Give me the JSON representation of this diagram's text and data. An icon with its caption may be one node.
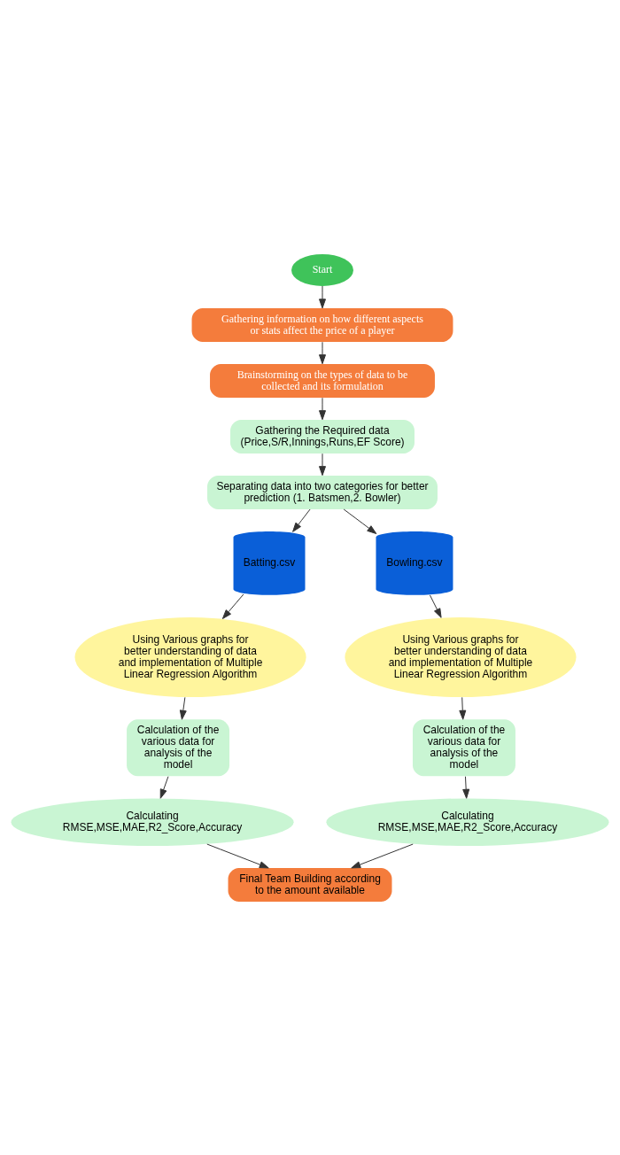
{
  "diagram": {
    "nodes": [
      {
        "text": [
          "Start"
        ]
      },
      {
        "text": [
          "Gathering information on how different aspects or stats affect the price of a player"
        ]
      },
      {
        "text": [
          "Brainstorming on the types of data to be collected and its formulation"
        ]
      },
      {
        "text": [
          "Gathering the Required data (Price,S/R,Innings,Runs,EF Score)"
        ]
      },
      {
        "text": [
          "Separating data into two categories for better prediction (1. Batsmen,2. Bowler)"
        ]
      },
      {
        "text": [
          "Batting.csv"
        ]
      },
      {
        "text": [
          "Bowling.csv"
        ]
      },
      {
        "text": [
          "Using Various graphs for better understanding of data and implementation of Multiple Linear Regression Algorithm"
        ]
      },
      {
        "text": [
          "Using Various graphs for better understanding of data and implementation of Multiple Linear Regression Algorithm"
        ]
      },
      {
        "text": [
          "Calculation of the various data for analysis of the model"
        ]
      },
      {
        "text": [
          "Calculation of the various data for analysis of the model"
        ]
      },
      {
        "text": [
          "Calculating RMSE,MSE,MAE,R2_Score,Accuracy"
        ]
      },
      {
        "text": [
          "Calculating RMSE,MSE,MAE,R2_Score,Accuracy"
        ]
      },
      {
        "text": [
          "Final Team Building according to the amount available"
        ]
      }
    ],
    "edges": [
      {
        "from": 0,
        "to": 1,
        "arrow": "to"
      },
      {
        "from": 1,
        "to": 2,
        "arrow": "to"
      },
      {
        "from": 2,
        "to": 3,
        "arrow": "to"
      },
      {
        "from": 3,
        "to": 4,
        "arrow": "to"
      },
      {
        "from": 4,
        "to": 5,
        "arrow": "to"
      },
      {
        "from": 4,
        "to": 6,
        "arrow": "to"
      },
      {
        "from": 5,
        "to": 7,
        "arrow": "to"
      },
      {
        "from": 6,
        "to": 8,
        "arrow": "to"
      },
      {
        "from": 7,
        "to": 9,
        "arrow": "to"
      },
      {
        "from": 8,
        "to": 10,
        "arrow": "to"
      },
      {
        "from": 9,
        "to": 11,
        "arrow": "to"
      },
      {
        "from": 10,
        "to": 12,
        "arrow": "to"
      },
      {
        "from": 11,
        "to": 13,
        "arrow": "to"
      },
      {
        "from": 12,
        "to": 13,
        "arrow": "to"
      }
    ]
  }
}
